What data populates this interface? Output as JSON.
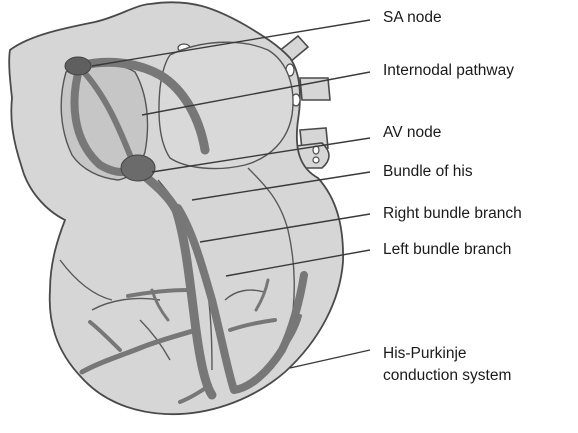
{
  "labels": {
    "sa_node": "SA node",
    "internodal_pathway": "Internodal pathway",
    "av_node": "AV node",
    "bundle_of_his": "Bundle of his",
    "right_bundle_branch": "Right bundle branch",
    "left_bundle_branch": "Left bundle branch",
    "his_purkinje_line1": "His-Purkinje",
    "his_purkinje_line2": "conduction system"
  },
  "colors": {
    "heart_fill": "#d6d6d6",
    "heart_outline": "#4a4a4a",
    "atrium_fill": "#c6c6c6",
    "conduction": "#777777",
    "conduction_dark": "#5f5f5f",
    "leader_line": "#3a3a3a",
    "label_text": "#1a1a1a"
  }
}
